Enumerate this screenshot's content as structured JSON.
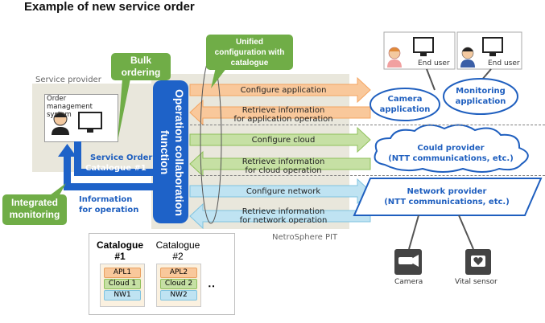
{
  "title": "Example of new service order",
  "service_provider": {
    "label": "Service provider",
    "order_system": "Order management system"
  },
  "callouts": {
    "bulk": "Bulk ordering",
    "unified": "Unified configuration with catalogue",
    "integrated": "Integrated monitoring"
  },
  "service_order": {
    "line1": "Service Order",
    "line2": "Catalogue  #1"
  },
  "information": {
    "line1": "Information",
    "line2": "for operation"
  },
  "ocf": {
    "line1": "Operation collaboration",
    "line2": "function"
  },
  "arrows": {
    "app_config": "Configure application",
    "app_retrieve_1": "Retrieve  information",
    "app_retrieve_2": "for application  operation",
    "cloud_config": "Configure cloud",
    "cloud_retrieve_1": "Retrieve  information",
    "cloud_retrieve_2": "for cloud operation",
    "net_config": "Configure network",
    "net_retrieve_1": "Retrieve  information",
    "net_retrieve_2": "for network  operation"
  },
  "pit": "NetroSphere PIT",
  "apps": {
    "camera_1": "Camera",
    "camera_2": "application",
    "monitoring_1": "Monitoring",
    "monitoring_2": "application"
  },
  "users": {
    "u1": "End user",
    "u2": "End user"
  },
  "cloud_provider": {
    "line1": "Could provider",
    "line2": "(NTT communications,  etc.)"
  },
  "network_provider": {
    "line1": "Network provider",
    "line2": "(NTT communications,  etc.)"
  },
  "devices": {
    "camera": "Camera",
    "vital": "Vital sensor"
  },
  "catalogues": {
    "c1": {
      "label1": "Catalogue",
      "label2": "#1",
      "apl": "APL1",
      "cloud": "Cloud 1",
      "nw": "NW1"
    },
    "c2": {
      "label1": "Catalogue",
      "label2": "#2",
      "apl": "APL2",
      "cloud": "Cloud 2",
      "nw": "NW2"
    },
    "more": "‥"
  },
  "colors": {
    "orange": "#f9c89b",
    "green": "#c6e0a4",
    "blue": "#bfe3f2",
    "ocf_blue": "#1e62c8",
    "callout_green": "#70ad47"
  }
}
